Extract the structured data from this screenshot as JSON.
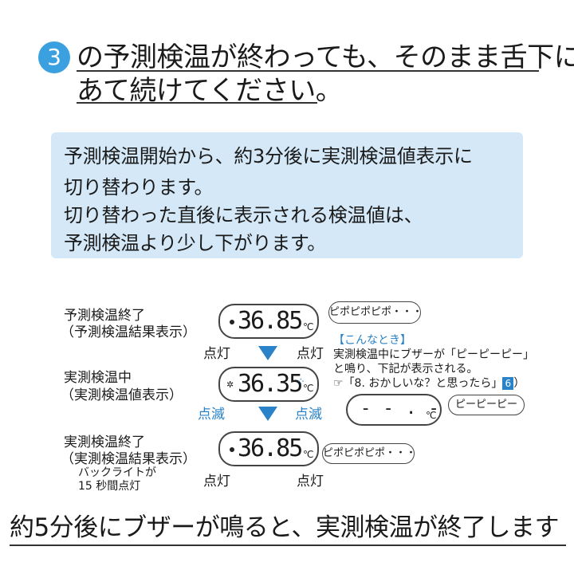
{
  "heading": {
    "step_number": "3",
    "line1": "の予測検温が終わっても、そのまま舌下に",
    "line2": "あて続けてください。"
  },
  "info": {
    "lines": [
      "予測検温開始から、約3分後に実測検温値表示に",
      "切り替わります。",
      "切り替わった直後に表示される検温値は、",
      "予測検温より少し下がります。"
    ]
  },
  "states": [
    {
      "label1": "予測検温終了",
      "label2": "（予測検温結果表示）",
      "display": "36.85",
      "unit": "℃",
      "left_note": "点灯",
      "right_note": "点灯",
      "bubble": "ピポピポピポ・・・"
    },
    {
      "label1": "実測検温中",
      "label2": "（実測検温値表示）",
      "display": "36.35",
      "unit": "℃",
      "left_note": "点滅",
      "right_note": "点滅"
    },
    {
      "label1": "実測検温終了",
      "label2": "（実測検温結果表示）",
      "sub1": "バックライトが",
      "sub2": "15 秒間点灯",
      "display": "36.85",
      "unit": "℃",
      "left_note": "点灯",
      "right_note": "点灯",
      "bubble": "ピポピポピポ・・・"
    }
  ],
  "note": {
    "title": "【こんなとき】",
    "line1": "実測検温中にブザーが「ピーピーピー」",
    "line2": "と鳴り、下記が表示される。",
    "ref": "「8. おかしいな？と思ったら」",
    "ref_num": "6",
    "display": "- - . - -",
    "unit": "℃",
    "bubble": "ピーピーピー"
  },
  "bottom": {
    "text": "約5分後にブザーが鳴ると、実測検温が終了します"
  },
  "colors": {
    "accent": "#2a82c8",
    "step": "#3aa0df",
    "infobox": "#d4e8f7"
  },
  "icons": [
    "down-arrow-icon",
    "hand-pointer-icon",
    "backlight-icon",
    "blink-icon"
  ]
}
